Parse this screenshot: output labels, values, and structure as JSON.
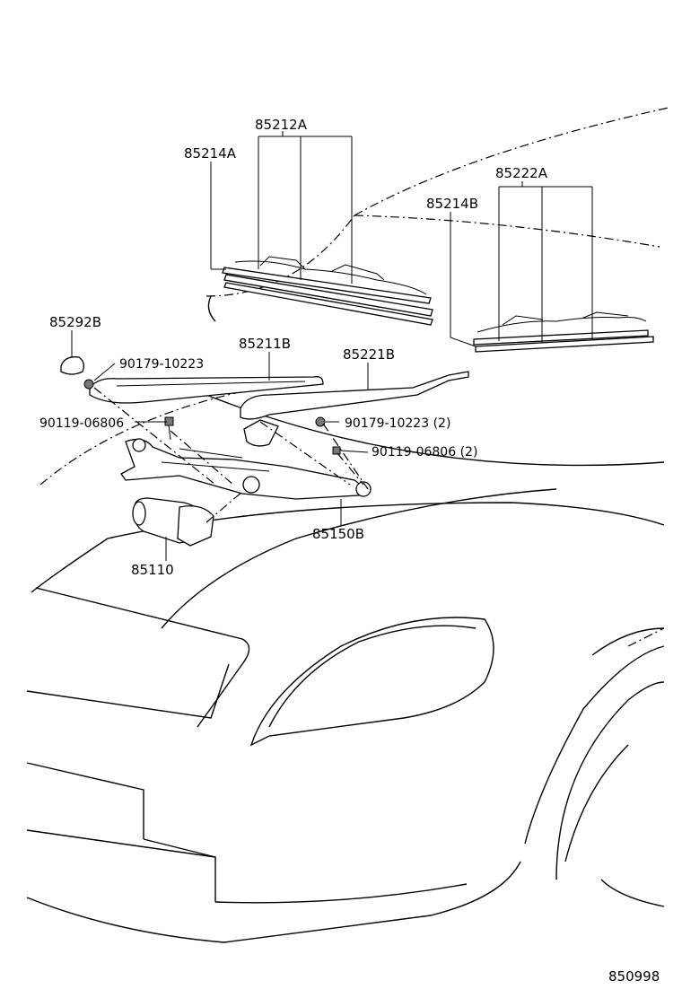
{
  "diagram_code": "850998",
  "labels": {
    "blade_right_assy": "85212A",
    "blade_right_insert": "85214A",
    "blade_left_assy": "85222A",
    "blade_left_insert": "85214B",
    "cap": "85292B",
    "nut_right": "90179-10223",
    "arm_right": "85211B",
    "arm_left": "85221B",
    "bolt_single": "90119-06806",
    "nut_pair": "90179-10223 (2)",
    "bolt_pair": "90119-06806 (2)",
    "link_assy": "85150B",
    "motor": "85110"
  }
}
